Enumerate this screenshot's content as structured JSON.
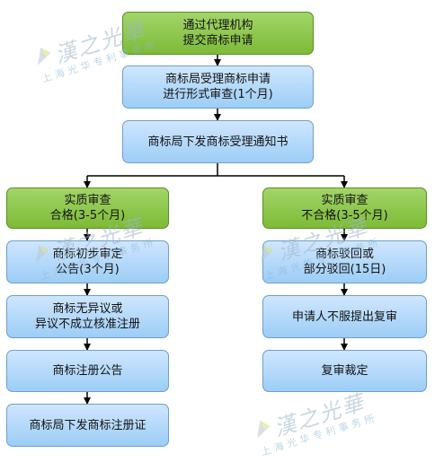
{
  "flow": {
    "apply": [
      "通过代理机构",
      "提交商标申请"
    ],
    "accept": [
      "商标局受理商标申请",
      "进行形式审查(1个月)"
    ],
    "notice": [
      "商标局下发商标受理通知书"
    ],
    "left": {
      "pass": [
        "实质审查",
        "合格(3-5个月)"
      ],
      "prelim": [
        "商标初步审定",
        "公告(3个月)"
      ],
      "approve": [
        "商标无异议或",
        "异议不成立核准注册"
      ],
      "publish": [
        "商标注册公告"
      ],
      "certificate": [
        "商标局下发商标注册证"
      ]
    },
    "right": {
      "fail": [
        "实质审查",
        "不合格(3-5个月)"
      ],
      "reject": [
        "商标驳回或",
        "部分驳回(15日)"
      ],
      "appeal": [
        "申请人不服提出复审"
      ],
      "review": [
        "复审裁定"
      ]
    }
  },
  "watermark": {
    "script": "漢之光華",
    "text": "上海光华专利事务所",
    "icon": "leaf-logo-icon"
  }
}
